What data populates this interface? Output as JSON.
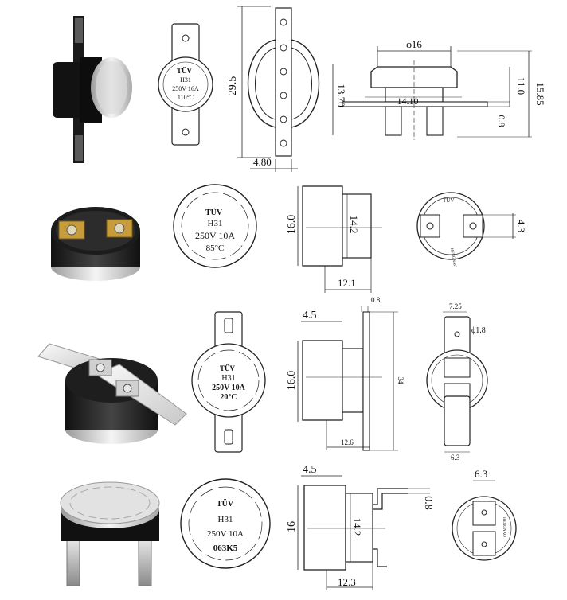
{
  "rows": [
    {
      "face": {
        "cert": "TÜV",
        "model": "H31",
        "rating": "250V 16A",
        "temp": "110°C"
      },
      "side": {
        "height": "29.5",
        "base": "4.80"
      },
      "profile": {
        "diameter": "ϕ16",
        "left": "13.70",
        "body": "14.10",
        "top": "11.0",
        "total": "15.85",
        "thick": "0.8"
      }
    },
    {
      "face": {
        "cert": "TÜV",
        "model": "H31",
        "rating": "250V 10A",
        "temp": "85°C"
      },
      "side": {
        "height": "16.0",
        "inner": "14.2",
        "base": "12.1"
      },
      "rear": {
        "brand": "TÜV",
        "maker": "HENGNAO",
        "width": "4.3"
      }
    },
    {
      "face": {
        "cert": "TÜV",
        "model": "H31",
        "rating": "250V 10A",
        "temp": "20°C"
      },
      "side": {
        "top": "4.5",
        "thick": "0.8",
        "height": "16.0",
        "total": "34",
        "base": "12.6"
      },
      "rear": {
        "width": "7.25",
        "hole": "ϕ1.8",
        "base": "6.3"
      }
    },
    {
      "face": {
        "cert": "TÜV",
        "model": "H31",
        "rating": "250V 10A",
        "temp": "063K5"
      },
      "side": {
        "top": "4.5",
        "height": "16",
        "inner": "14.2",
        "thick": "0.8",
        "base": "12.3"
      },
      "rear": {
        "width": "6.3",
        "maker": "HENGNAO"
      }
    }
  ]
}
